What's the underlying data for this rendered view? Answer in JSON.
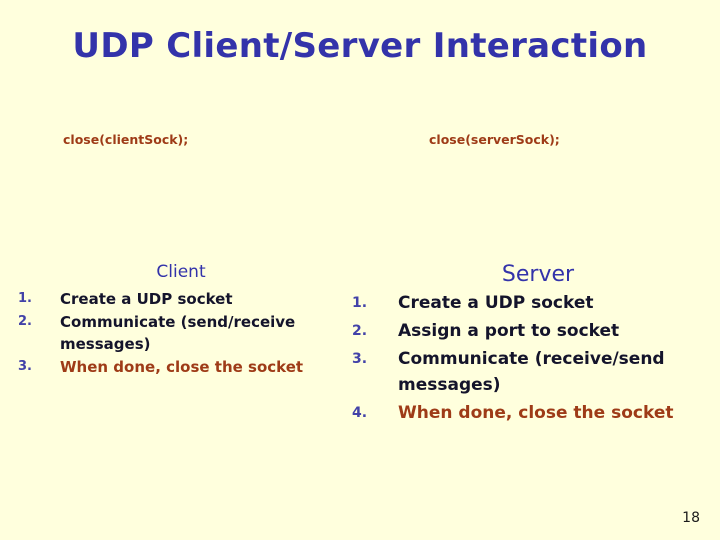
{
  "slide": {
    "title": "UDP Client/Server Interaction",
    "background_color": "#FFFFDD",
    "title_color": "#3333AA",
    "accent_color": "#9E3B17",
    "body_color": "#14142B",
    "number_color": "#4242A8",
    "page_number": "18"
  },
  "code_captions": {
    "client": "close(clientSock);",
    "server": "close(serverSock);"
  },
  "columns": {
    "client": {
      "heading": "Client",
      "steps": [
        {
          "number": "1.",
          "text": "Create a UDP socket",
          "accent": false
        },
        {
          "number": "2.",
          "text": "Communicate (send/receive messages)",
          "accent": false
        },
        {
          "number": "3.",
          "text": "When done, close the socket",
          "accent": true
        }
      ]
    },
    "server": {
      "heading": "Server",
      "steps": [
        {
          "number": "1.",
          "text": "Create a UDP socket",
          "accent": false
        },
        {
          "number": "2.",
          "text": "Assign a port to socket",
          "accent": false
        },
        {
          "number": "3.",
          "text": "Communicate (receive/send messages)",
          "accent": false
        },
        {
          "number": "4.",
          "text": "When done, close the socket",
          "accent": true
        }
      ]
    }
  }
}
